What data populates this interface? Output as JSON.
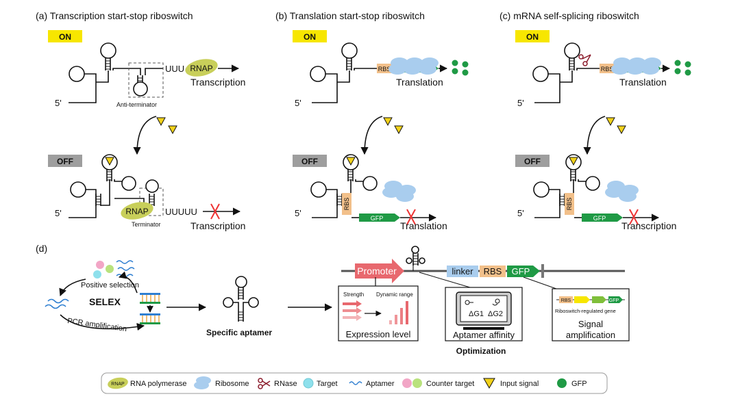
{
  "panels": {
    "a": {
      "title": "(a) Transcription start-stop riboswitch",
      "on": "ON",
      "off": "OFF",
      "five_prime": "5'",
      "five_prime_off": "5'",
      "uuu": "UUU",
      "rnap": "RNAP",
      "rnap_off": "RNAP",
      "transcription_on": "Transcription",
      "anti_terminator": "Anti-terminator",
      "uuuuu": "UUUUU",
      "terminator": "Terminator",
      "transcription_off": "Transcription"
    },
    "b": {
      "title": "(b) Translation start-stop riboswitch",
      "on": "ON",
      "off": "OFF",
      "five_prime": "5'",
      "five_prime_off": "5'",
      "rbs_on": "RBS",
      "rbs_off": "RBS",
      "translation_on": "Translation",
      "gfp": "GFP",
      "translation_off": "Translation"
    },
    "c": {
      "title": "(c) mRNA self-splicing riboswitch",
      "on": "ON",
      "off": "OFF",
      "five_prime": "5'",
      "five_prime_off": "5'",
      "rbs_on": "RBS",
      "rbs_off": "RBS",
      "translation_on": "Translation",
      "gfp": "GFP",
      "transcription_off": "Transcription"
    },
    "d": {
      "label": "(d)",
      "positive_selection": "Positive selection",
      "selex": "SELEX",
      "pcr_amplification": "PCR amplification",
      "specific_aptamer": "Specific aptamer",
      "promoter": "Promoter",
      "linker": "linker",
      "rbs": "RBS",
      "gfp": "GFP",
      "strength": "Strength",
      "dynamic_range": "Dynamic range",
      "expression_level": "Expression level",
      "dg1": "ΔG1",
      "dg2": "ΔG2",
      "aptamer_affinity": "Aptamer affinity",
      "optimization": "Optimization",
      "mini_rbs": "RBS",
      "mini_gfp": "GFP",
      "riboswitch_regulated_gene": "Riboswitch-regulated gene",
      "signal": "Signal",
      "amplification": "amplification"
    }
  },
  "legend": {
    "rnap_icon": "RNAP",
    "rna_polymerase": "RNA polymerase",
    "ribosome": "Ribosome",
    "rnase": "RNase",
    "target": "Target",
    "aptamer": "Aptamer",
    "counter_target": "Counter target",
    "input_signal": "Input signal",
    "gfp": "GFP"
  },
  "colors": {
    "on_badge": "#f7e600",
    "off_badge": "#9e9e9e",
    "rnap": "#c8cf5a",
    "ribosome": "#a9cdee",
    "gfp": "#1f9a45",
    "rbs": "#f2c08a",
    "promoter": "#e8686e",
    "linker": "#a9cdee",
    "input_signal": "#f2d21a",
    "target": "#8ee0ec",
    "counter_pink": "#f2a6c6",
    "counter_green": "#b9e27d",
    "aptamer": "#2f7fd1"
  },
  "icons": [
    "hairpin-loop",
    "rnap-ellipse",
    "ribosome-blob",
    "scissors-icon",
    "triangle-signal",
    "red-x-icon",
    "monitor-icon"
  ]
}
